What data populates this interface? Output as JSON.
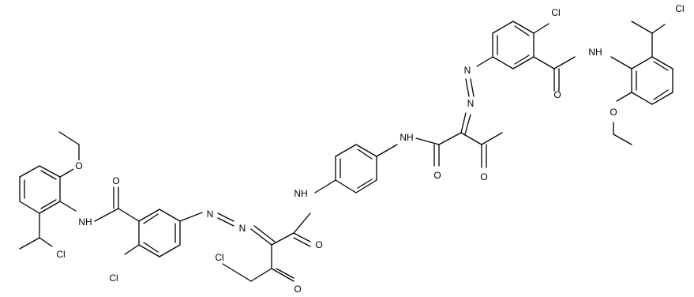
{
  "molecule": {
    "atom_labels": {
      "o_ethoxy_left": "O",
      "o_amide_left": "O",
      "nh_left": "NH",
      "cl_ring_left": "Cl",
      "cl_side_left": "Cl",
      "n_azo_left_1": "N",
      "n_azo_left_2": "N",
      "nh_center": "NH",
      "o_amide_center": "O",
      "cl_chain": "Cl",
      "o_keto_center": "O",
      "nh_right": "NH",
      "o_amide_right": "O",
      "o_keto_right": "O",
      "n_azo_right_1": "N",
      "n_azo_right_2": "N",
      "cl_ring_right": "Cl",
      "o_amide_right2": "O",
      "nh_far_right": "NH",
      "cl_side_right": "Cl",
      "o_ethoxy_right": "O"
    }
  }
}
